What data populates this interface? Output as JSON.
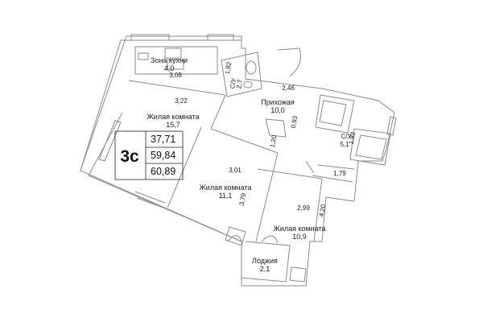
{
  "summary": {
    "code": "3с",
    "values": [
      "37,71",
      "59,84",
      "60,89"
    ]
  },
  "rooms": {
    "kitchen": {
      "name": "Зона кухни",
      "area": "4,0"
    },
    "bathroom1": {
      "name": "С/У",
      "area": "2,7"
    },
    "hall": {
      "name": "Прихожая",
      "area": "10,0"
    },
    "bathroom2": {
      "name": "С/У",
      "area": "5,1"
    },
    "living1": {
      "name": "Жилая комната",
      "area": "15,7"
    },
    "living2": {
      "name": "Жилая комната",
      "area": "11,1"
    },
    "living3": {
      "name": "Жилая комната",
      "area": "10,9"
    },
    "loggia": {
      "name": "Лоджия",
      "area": "2,1"
    }
  },
  "dimensions": {
    "kitchen_width": "3,08",
    "bath1_depth": "1,82",
    "hall_top": "2,46",
    "living1_width": "3,22",
    "hall_small": "0,93",
    "bath2_width": "1,82",
    "hall_passage": "1,20",
    "living2_width": "3,01",
    "living2_depth": "3,79",
    "bath3_small": "1,79",
    "living3_width": "2,99",
    "living3_depth": "4,20"
  }
}
